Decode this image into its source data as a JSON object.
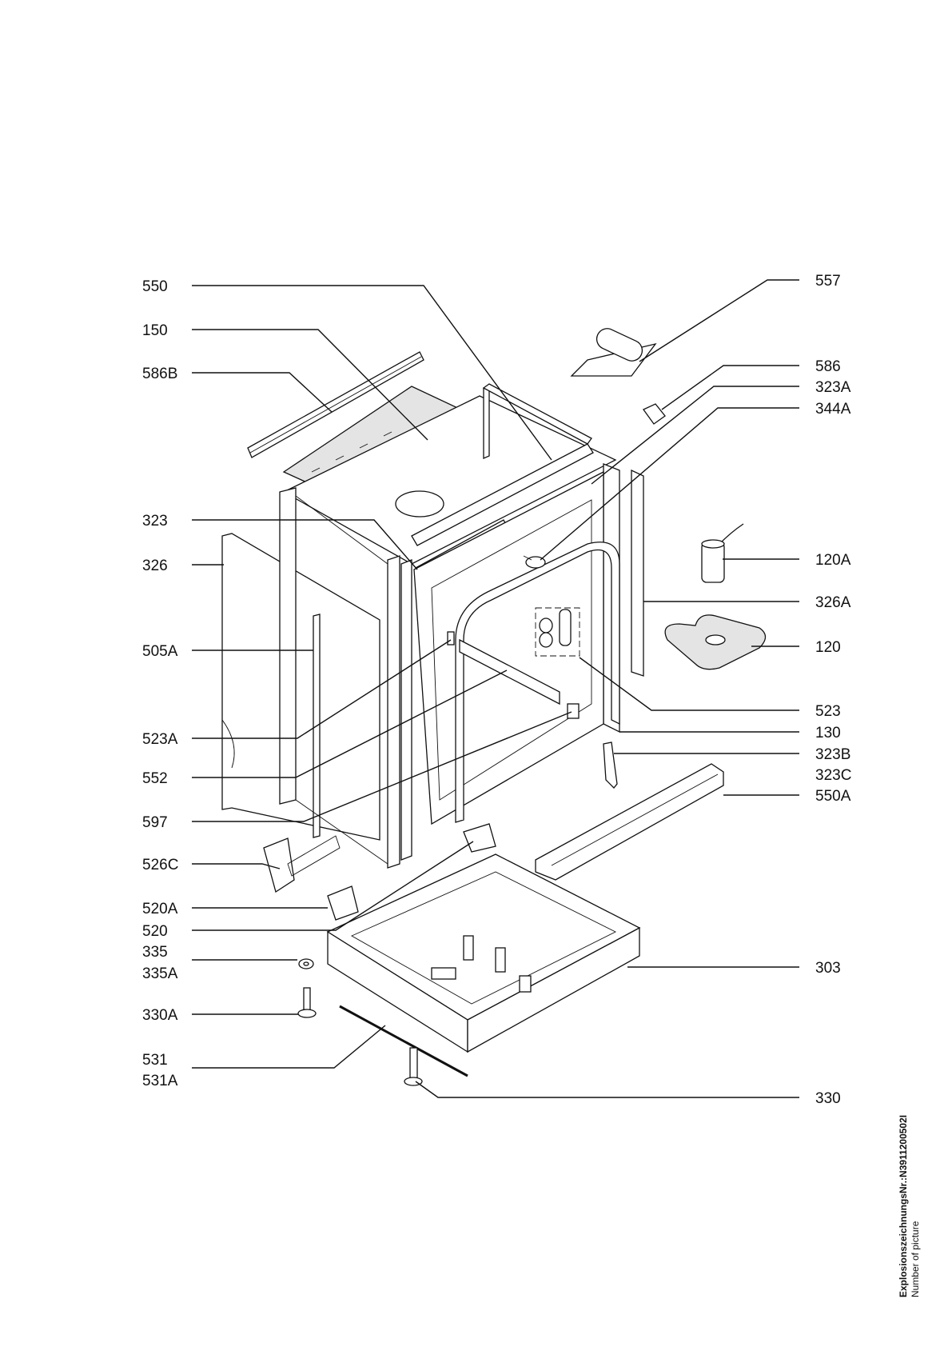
{
  "footer": {
    "drawing_number": "ExplosionszeichnungsNr.:N3911200502I",
    "number_of_picture": "Number of picture"
  },
  "callouts": {
    "c550": "550",
    "c150": "150",
    "c586B": "586B",
    "c323": "323",
    "c326": "326",
    "c505A": "505A",
    "c523A": "523A",
    "c552": "552",
    "c597": "597",
    "c526C": "526C",
    "c520A": "520A",
    "c520": "520",
    "c335": "335",
    "c335A": "335A",
    "c330A": "330A",
    "c531": "531",
    "c531A": "531A",
    "c557": "557",
    "c586": "586",
    "c323A": "323A",
    "c344A": "344A",
    "c120A": "120A",
    "c326A": "326A",
    "c120": "120",
    "c523": "523",
    "c130": "130",
    "c323B": "323B",
    "c323C": "323C",
    "c550A": "550A",
    "c303": "303",
    "c330": "330"
  }
}
